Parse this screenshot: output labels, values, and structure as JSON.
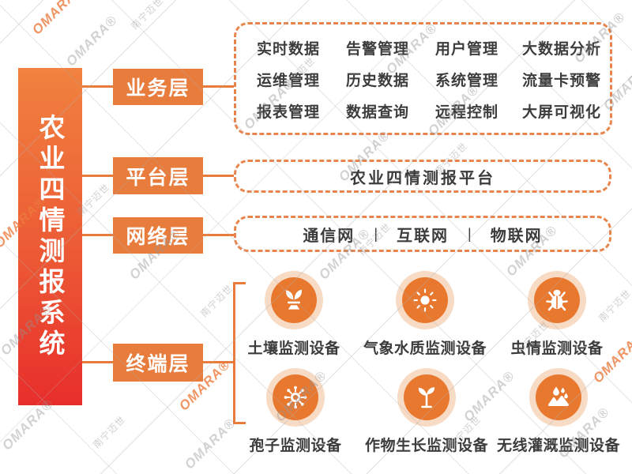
{
  "title": {
    "text": "农业四情测报系统"
  },
  "layers": {
    "business": {
      "label": "业务层",
      "items": [
        "实时数据",
        "告警管理",
        "用户管理",
        "大数据分析",
        "运维管理",
        "历史数据",
        "系统管理",
        "流量卡预警",
        "报表管理",
        "数据查询",
        "远程控制",
        "大屏可视化"
      ]
    },
    "platform": {
      "label": "平台层",
      "content": "农业四情测报平台"
    },
    "network": {
      "label": "网络层",
      "separator": "|",
      "items": [
        "通信网",
        "互联网",
        "物联网"
      ]
    },
    "terminal": {
      "label": "终端层",
      "devices": [
        {
          "icon": "plant-soil-icon",
          "label": "土壤监测设备"
        },
        {
          "icon": "sun-icon",
          "label": "气象水质监测设备"
        },
        {
          "icon": "bug-icon",
          "label": "虫情监测设备"
        },
        {
          "icon": "spore-icon",
          "label": "孢子监测设备"
        },
        {
          "icon": "sprout-icon",
          "label": "作物生长监测设备"
        },
        {
          "icon": "water-drops-icon",
          "label": "无线灌溉监测设备"
        }
      ]
    }
  },
  "watermarks": {
    "brand": "OMARA®",
    "company": "南宁迈世"
  },
  "colors": {
    "accent_orange": "#E87C3C",
    "bar_gradient_top": "#F1823F",
    "bar_gradient_bottom": "#E82E2B",
    "dashed_border": "#E8854C",
    "icon_fill": "#E9782F",
    "icon_ring": "#F8DBC4",
    "text_dark": "#3C3C3C",
    "watermark_gray": "#C8C8C8",
    "watermark_orange": "#EE8B50"
  }
}
